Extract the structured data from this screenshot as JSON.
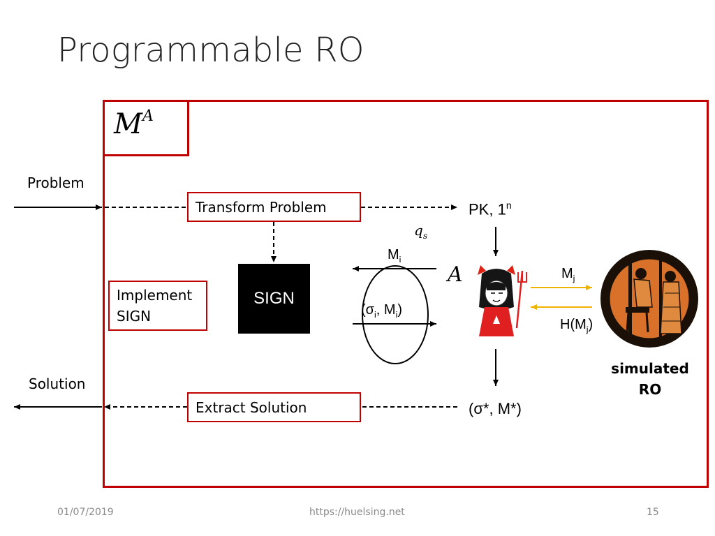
{
  "slide": {
    "title": "Programmable RO",
    "machine_label": "M",
    "machine_superscript": "A"
  },
  "labels": {
    "problem": "Problem",
    "solution": "Solution",
    "transform_problem": "Transform Problem",
    "implement_sign_line1": "Implement",
    "implement_sign_line2": "SIGN",
    "sign": "SIGN",
    "extract_solution": "Extract Solution",
    "pk": "PK, 1",
    "pk_sup": "n",
    "qs": "q",
    "qs_sub": "s",
    "mi": "M",
    "mi_sub": "i",
    "sig_pair_open": "(σ",
    "sig_pair_sub1": "i",
    "sig_pair_mid": ", M",
    "sig_pair_sub2": "i",
    "sig_pair_close": ")",
    "adversary": "A",
    "mj": "M",
    "mj_sub": "j",
    "hmj_open": "H(M",
    "hmj_sub": "j",
    "hmj_close": ")",
    "simulated_ro_line1": "simulated",
    "simulated_ro_line2": "RO",
    "forgery": "(σ*, M*)"
  },
  "footer": {
    "date": "01/07/2019",
    "url": "https://huelsing.net",
    "page": "15"
  },
  "colors": {
    "frame": "#c00000",
    "ro_arrows": "#f0b400",
    "sign_box": "#000000"
  }
}
